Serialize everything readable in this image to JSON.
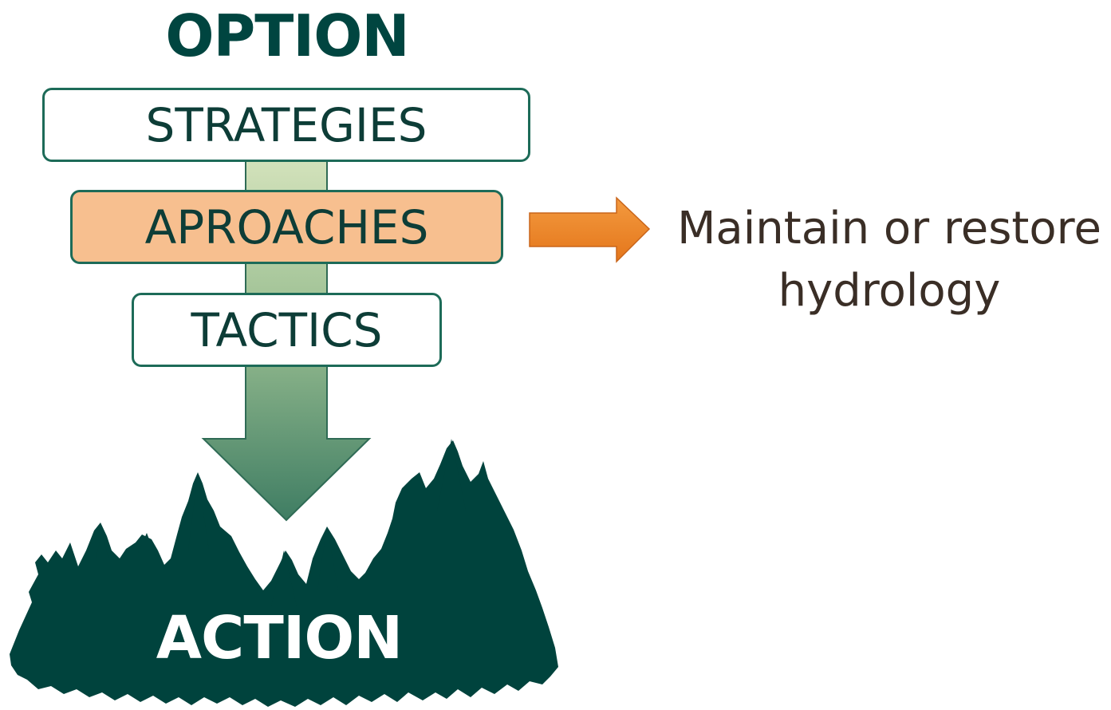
{
  "title": "OPTION",
  "levels": {
    "strategies": "STRATEGIES",
    "approaches": "APROACHES",
    "tactics": "TACTICS"
  },
  "outcome": "ACTION",
  "approach_note": {
    "line1": "Maintain or restore",
    "line2": "hydrology"
  },
  "colors": {
    "dark_teal": "#004540",
    "forest_green": "#00433d",
    "box_border": "#1d6b58",
    "highlight_fill": "#f7bf8f",
    "arrow_orange": "#ef8426",
    "funnel_top": "#d3e2bb",
    "funnel_bottom": "#3f7d63",
    "note_text": "#3a2e26"
  },
  "icons": {
    "funnel_arrow": "down-arrow-icon",
    "pointer_arrow": "right-arrow-icon",
    "forest": "tree-silhouette-icon"
  }
}
